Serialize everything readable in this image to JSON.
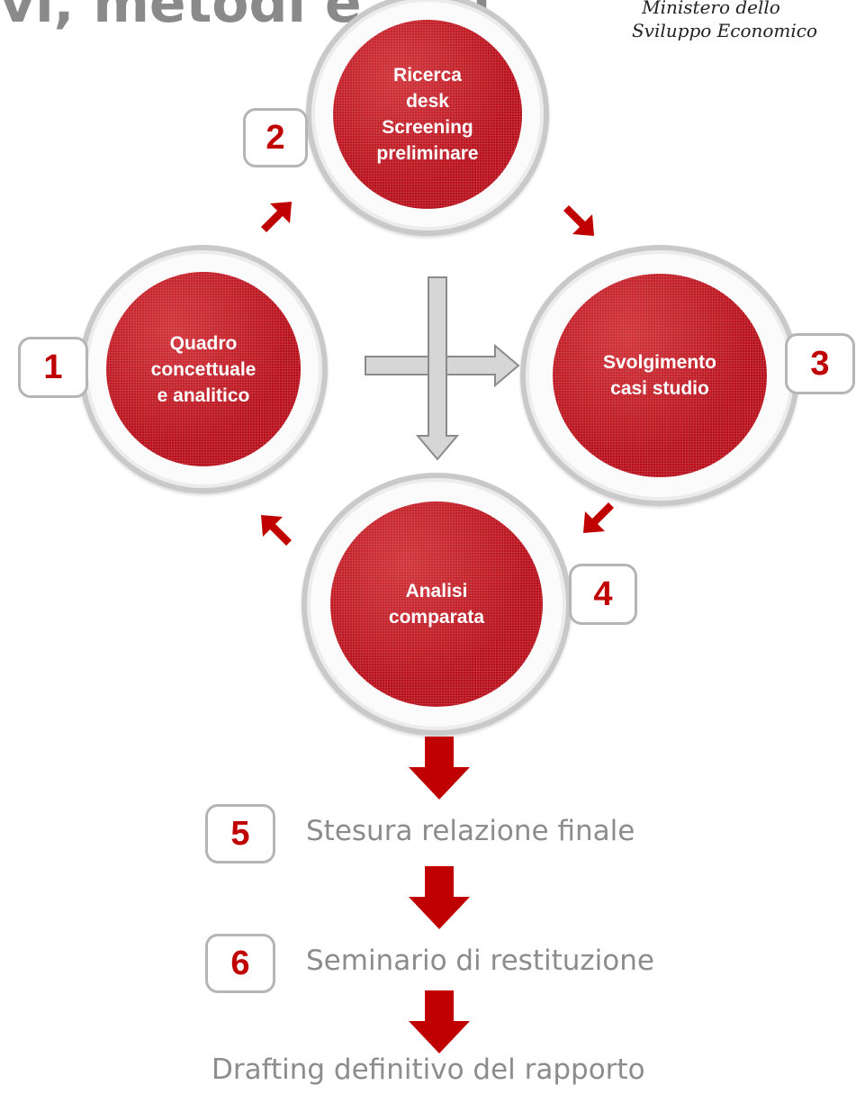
{
  "header": {
    "title_fragment": "vi, metodi e fasi"
  },
  "logo": {
    "line1": "Ministero dello",
    "line2": "Sviluppo Economico"
  },
  "stages": [
    {
      "number": "1",
      "label": "Quadro\nconcettuale\ne analitico"
    },
    {
      "number": "2",
      "label": "Ricerca\ndesk\nScreening\npreliminare"
    },
    {
      "number": "3",
      "label": "Svolgimento\ncasi studio"
    },
    {
      "number": "4",
      "label": "Analisi\ncomparata"
    }
  ],
  "steps": [
    {
      "number": "5",
      "label": "Stesura relazione finale"
    },
    {
      "number": "6",
      "label": "Seminario di restituzione"
    }
  ],
  "final_step": {
    "label": "Drafting definitivo del rapporto"
  },
  "colors": {
    "accent": "#c00000",
    "circle_fill": "#b8101b",
    "ring": "#c9c9c9",
    "text_gray": "#8c8c8c"
  }
}
